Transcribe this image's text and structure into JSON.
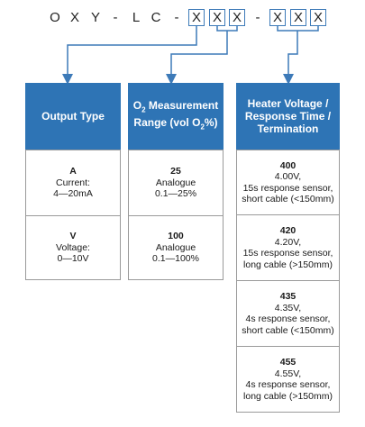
{
  "code": {
    "prefix": [
      "O",
      "X",
      "Y",
      "-",
      "L",
      "C",
      "-"
    ],
    "group1": [
      "X",
      "X",
      "X"
    ],
    "separator": "-",
    "group2": [
      "X",
      "X",
      "X"
    ]
  },
  "columns": [
    {
      "title": "Output Type",
      "items": [
        {
          "code": "A",
          "lines": [
            "Current:",
            "4—20mA"
          ]
        },
        {
          "code": "V",
          "lines": [
            "Voltage:",
            "0—10V"
          ]
        }
      ]
    },
    {
      "title_main": "O",
      "title_sub": "2",
      "title_rest": " Measurement",
      "title_line2_a": "Range (vol O",
      "title_line2_sub": "2",
      "title_line2_b": "%)",
      "items": [
        {
          "code": "25",
          "lines": [
            "Analogue",
            "0.1—25%"
          ]
        },
        {
          "code": "100",
          "lines": [
            "Analogue",
            "0.1—100%"
          ]
        }
      ]
    },
    {
      "title_lines": [
        "Heater Voltage /",
        "Response Time /",
        "Termination"
      ],
      "items": [
        {
          "code": "400",
          "lines": [
            "4.00V,",
            "15s response sensor,",
            "short cable (<150mm)"
          ]
        },
        {
          "code": "420",
          "lines": [
            "4.20V,",
            "15s response sensor,",
            "long cable (>150mm)"
          ]
        },
        {
          "code": "435",
          "lines": [
            "4.35V,",
            "4s response sensor,",
            "short cable (<150mm)"
          ]
        },
        {
          "code": "455",
          "lines": [
            "4.55V,",
            "4s response sensor,",
            "long cable (>150mm)"
          ]
        }
      ]
    }
  ],
  "colors": {
    "header": "#2e74b5",
    "connector": "#3d7ab8",
    "border": "#9a9a9a"
  }
}
